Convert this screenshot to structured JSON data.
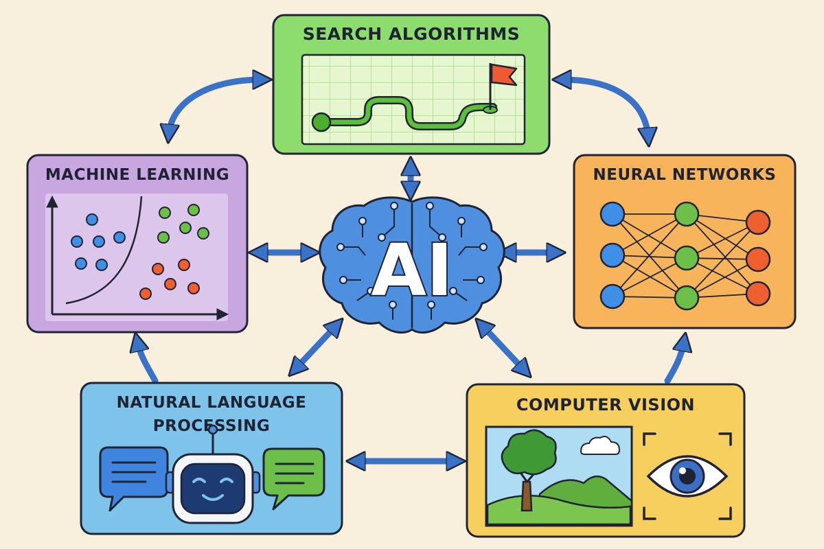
{
  "center": {
    "label": "AI"
  },
  "panels": {
    "search": {
      "title": "SEARCH ALGORITHMS"
    },
    "ml": {
      "title": "MACHINE LEARNING"
    },
    "nn": {
      "title": "NEURAL NETWORKS"
    },
    "nlp": {
      "title_line1": "NATURAL LANGUAGE",
      "title_line2": "PROCESSING"
    },
    "cv": {
      "title": "COMPUTER VISION"
    }
  },
  "colors": {
    "background": "#f8efdc",
    "outline": "#1f2333",
    "arrow": "#3a72c8",
    "search_fill": "#8ddc6e",
    "ml_fill": "#c8a6e0",
    "nn_fill": "#f8b45a",
    "nlp_fill": "#7ec3ea",
    "cv_fill": "#f7cf5e",
    "brain": "#4f8fe0",
    "node_blue": "#3f8fe6",
    "node_green": "#6cc04a",
    "node_red": "#ee6030"
  }
}
